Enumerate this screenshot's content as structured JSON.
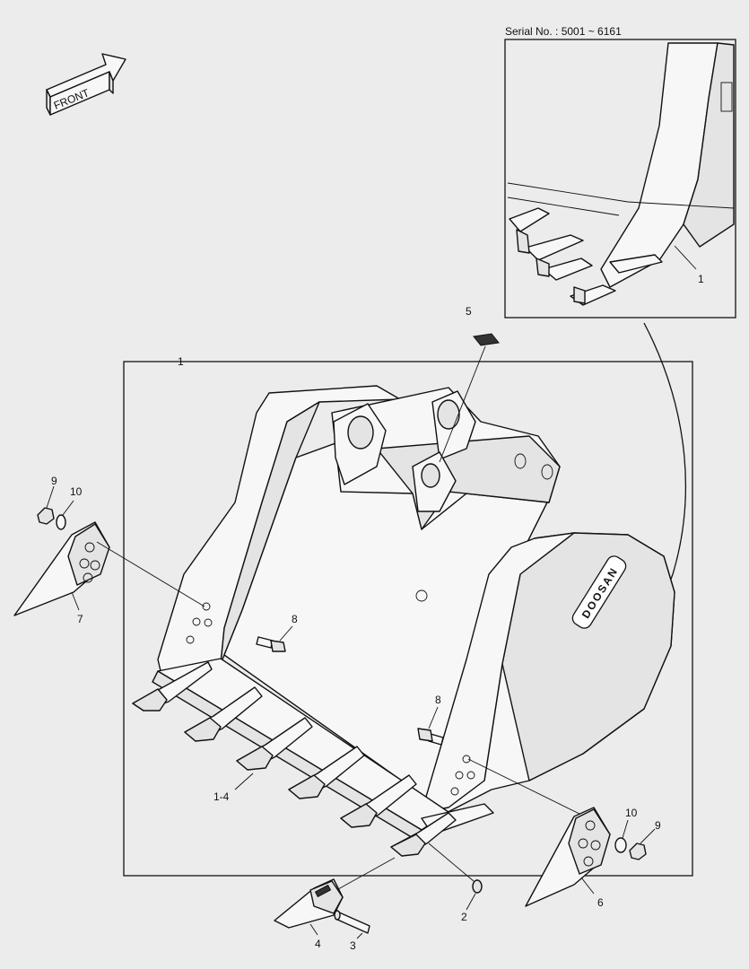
{
  "serial": "Serial No. : 5001 ~ 6161",
  "front_label": "FRONT",
  "brand": "DOOSAN",
  "inset_label": "1",
  "callouts": {
    "c1": "1",
    "c1_4": "1-4",
    "c2": "2",
    "c3": "3",
    "c4": "4",
    "c5": "5",
    "c6": "6",
    "c7": "7",
    "c8a": "8",
    "c8b": "8",
    "c9a": "9",
    "c9b": "9",
    "c10a": "10",
    "c10b": "10"
  }
}
